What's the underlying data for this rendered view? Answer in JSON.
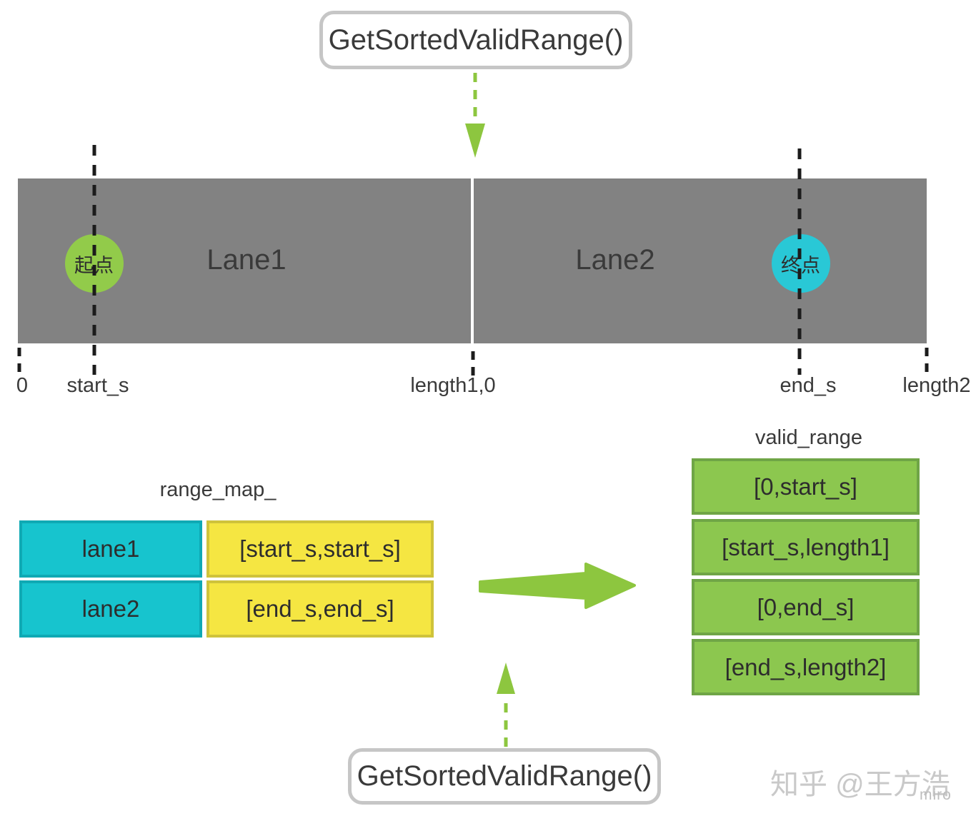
{
  "function_box_top": {
    "label": "GetSortedValidRange()"
  },
  "function_box_bottom": {
    "label": "GetSortedValidRange()"
  },
  "road": {
    "lanes": [
      {
        "label": "Lane1"
      },
      {
        "label": "Lane2"
      }
    ],
    "start_marker_label": "起点",
    "end_marker_label": "终点"
  },
  "axis": {
    "tick_labels": [
      "0",
      "start_s",
      "length1,0",
      "end_s",
      "length2"
    ]
  },
  "range_map": {
    "title": "range_map_",
    "rows": [
      {
        "lane": "lane1",
        "range": "[start_s,start_s]"
      },
      {
        "lane": "lane2",
        "range": "[end_s,end_s]"
      }
    ]
  },
  "valid_range": {
    "title": "valid_range",
    "items": [
      "[0,start_s]",
      "[start_s,length1]",
      "[0,end_s]",
      "[end_s,length2]"
    ]
  },
  "watermark": {
    "text": "知乎 @王方浩",
    "logo": "miro"
  },
  "colors": {
    "green_accent": "#8dc63f",
    "start_circle_green": "#92cb4a",
    "end_circle_cyan": "#29c8d6",
    "road_gray": "#828282",
    "cyan_cell": "#17c4ce",
    "yellow_cell": "#f5e642",
    "green_cell": "#8cc74f",
    "box_border_gray": "#c6c6c6"
  }
}
